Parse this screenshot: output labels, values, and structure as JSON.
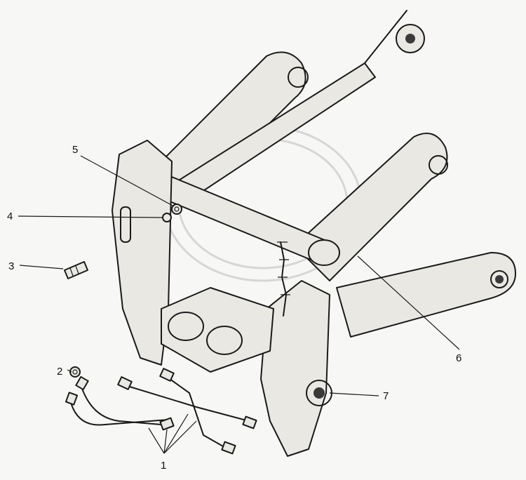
{
  "diagram": {
    "callouts": [
      {
        "id": "1",
        "label": "1"
      },
      {
        "id": "2",
        "label": "2"
      },
      {
        "id": "3",
        "label": "3"
      },
      {
        "id": "4",
        "label": "4"
      },
      {
        "id": "5",
        "label": "5"
      },
      {
        "id": "6",
        "label": "6"
      },
      {
        "id": "7",
        "label": "7"
      }
    ]
  },
  "colors": {
    "line": "#1a1a1a",
    "background": "#f7f7f5",
    "watermark": "#d6d6d6"
  }
}
